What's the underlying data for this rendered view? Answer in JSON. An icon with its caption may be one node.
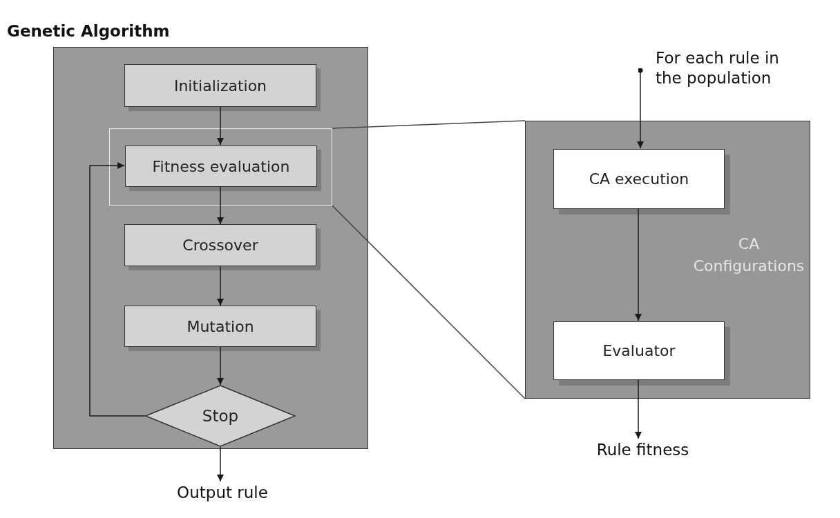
{
  "diagram": {
    "nodes": [
      {
        "text": [
          "Genetic Algorithm"
        ]
      },
      {
        "text": [
          "Initialization"
        ],
        "in": 0
      },
      {
        "text": [],
        "shape": "box",
        "in": 0
      },
      {
        "text": [
          "Fitness evaluation"
        ],
        "in": 2
      },
      {
        "text": [
          "Crossover"
        ],
        "in": 0
      },
      {
        "text": [
          "Mutation"
        ],
        "in": 0
      },
      {
        "text": [
          "Stop"
        ],
        "in": 0
      },
      {
        "text": [
          "Output rule"
        ]
      },
      {
        "text": [
          "CA Configurations"
        ]
      },
      {
        "text": [
          "CA execution"
        ],
        "in": 8
      },
      {
        "text": [
          "Evaluator"
        ],
        "in": 8
      },
      {
        "text": [
          "For each rule in the population"
        ]
      },
      {
        "text": [
          "Rule fitness"
        ]
      }
    ],
    "edges": [
      {
        "from": 1,
        "to": 3,
        "arrow": "to"
      },
      {
        "from": 3,
        "to": 4,
        "arrow": "to"
      },
      {
        "from": 4,
        "to": 5,
        "arrow": "to"
      },
      {
        "from": 5,
        "to": 6,
        "arrow": "to"
      },
      {
        "from": 6,
        "to": 3,
        "arrow": "to"
      },
      {
        "from": 6,
        "to": 7,
        "arrow": "to"
      },
      {
        "from": 11,
        "to": 9,
        "arrow": "to"
      },
      {
        "from": 9,
        "to": 10,
        "arrow": "to"
      },
      {
        "from": 10,
        "to": 12,
        "arrow": "to"
      },
      {
        "from": 2,
        "to": 8,
        "arrow": "none"
      },
      {
        "from": 2,
        "to": 8,
        "arrow": "none"
      }
    ]
  }
}
